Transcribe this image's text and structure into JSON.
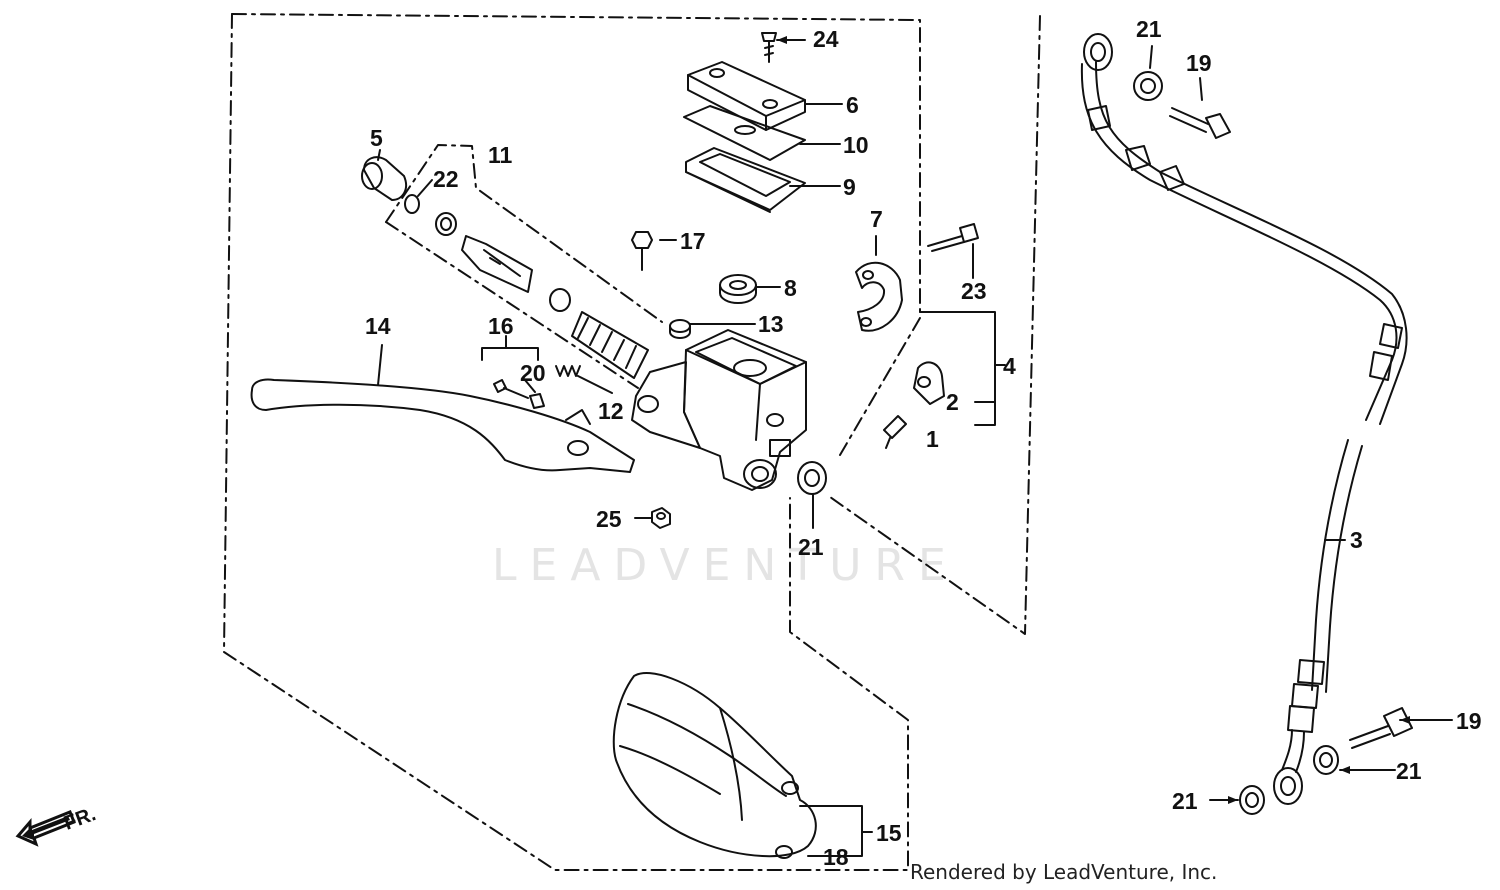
{
  "watermark": "LEADVENTURE",
  "credit": "Rendered by LeadVenture, Inc.",
  "direction_marker": "FR.",
  "callouts": {
    "c1": "1",
    "c2": "2",
    "c3": "3",
    "c4": "4",
    "c5": "5",
    "c6": "6",
    "c7": "7",
    "c8": "8",
    "c9": "9",
    "c10": "10",
    "c11": "11",
    "c12": "12",
    "c13": "13",
    "c14": "14",
    "c15": "15",
    "c16": "16",
    "c17": "17",
    "c18": "18",
    "c19a": "19",
    "c19b": "19",
    "c20": "20",
    "c21a": "21",
    "c21b": "21",
    "c21c": "21",
    "c21d": "21",
    "c22": "22",
    "c23": "23",
    "c24": "24",
    "c25": "25"
  },
  "colors": {
    "ink": "#111111",
    "watermark": "#e4e4e4",
    "paper": "#ffffff"
  }
}
